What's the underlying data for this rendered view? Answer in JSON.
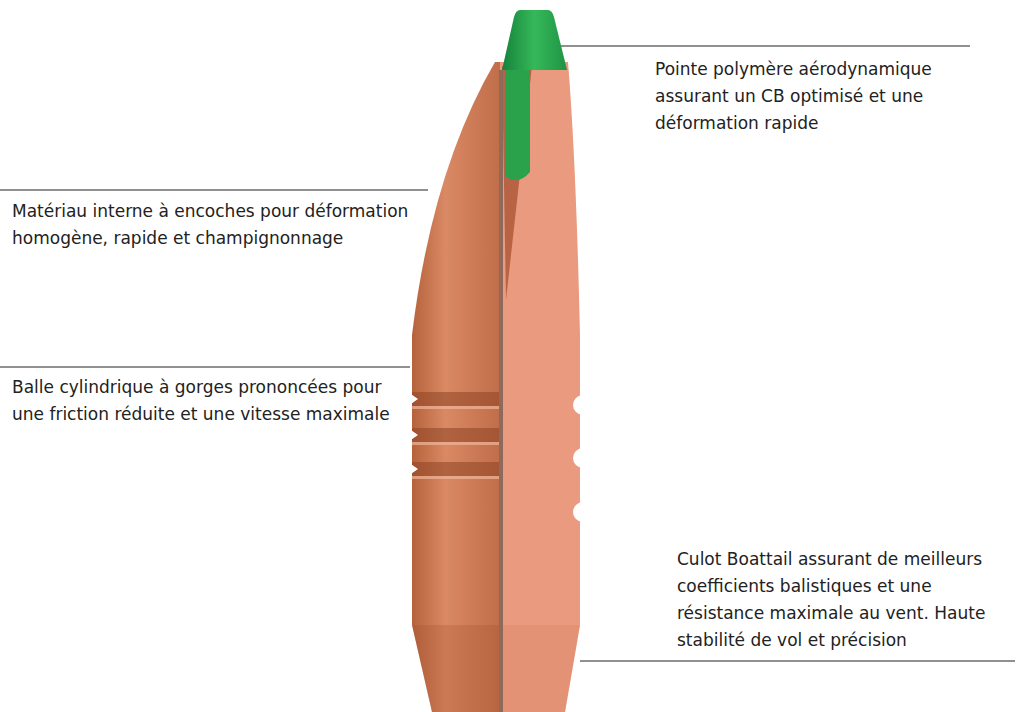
{
  "diagram": {
    "labels": [
      "Pointe polymère aérodynamique assurant un CB optimisé et une déformation rapide",
      "Matériau interne à encoches pour déformation homogène, rapide et champignonnage",
      "Balle cylindrique à gorges prononcées pour une friction réduite et une vitesse maximale",
      "Culot Boattail assurant de meilleurs coefficients balistiques et une résistance maximale au vent. Haute stabilité de vol et précision"
    ]
  }
}
